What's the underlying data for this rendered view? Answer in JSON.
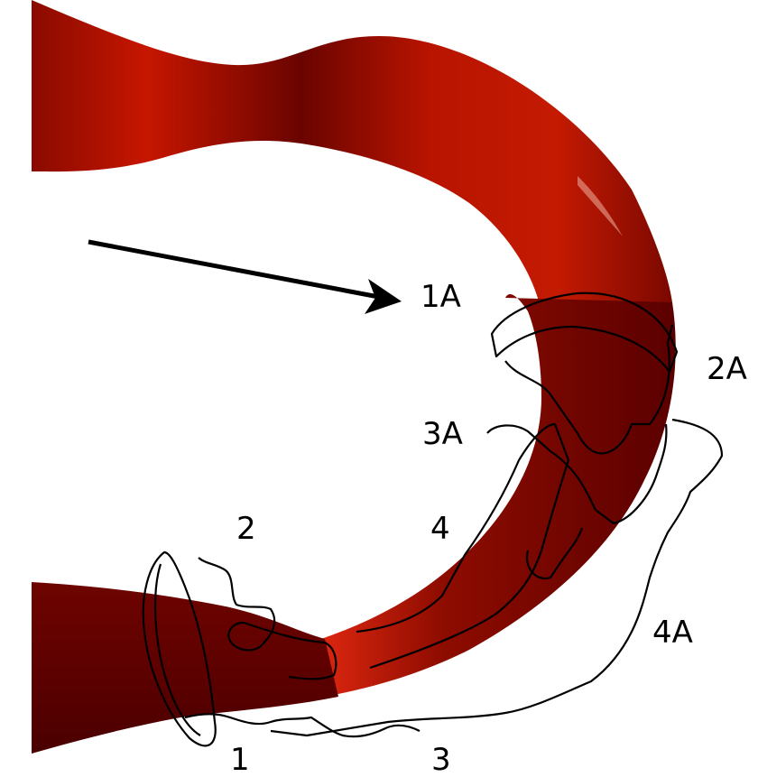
{
  "labels": {
    "l1A": "1A",
    "l2A": "2A",
    "l3A": "3A",
    "l4A": "4A",
    "l1": "1",
    "l2": "2",
    "l3": "3",
    "l4": "4"
  },
  "colors": {
    "vessel_dark": "#5a0000",
    "vessel_mid": "#8a0a00",
    "vessel_bright": "#c41200",
    "highlight": "#f4c0b0",
    "outline": "#000000",
    "background": "#ffffff"
  }
}
